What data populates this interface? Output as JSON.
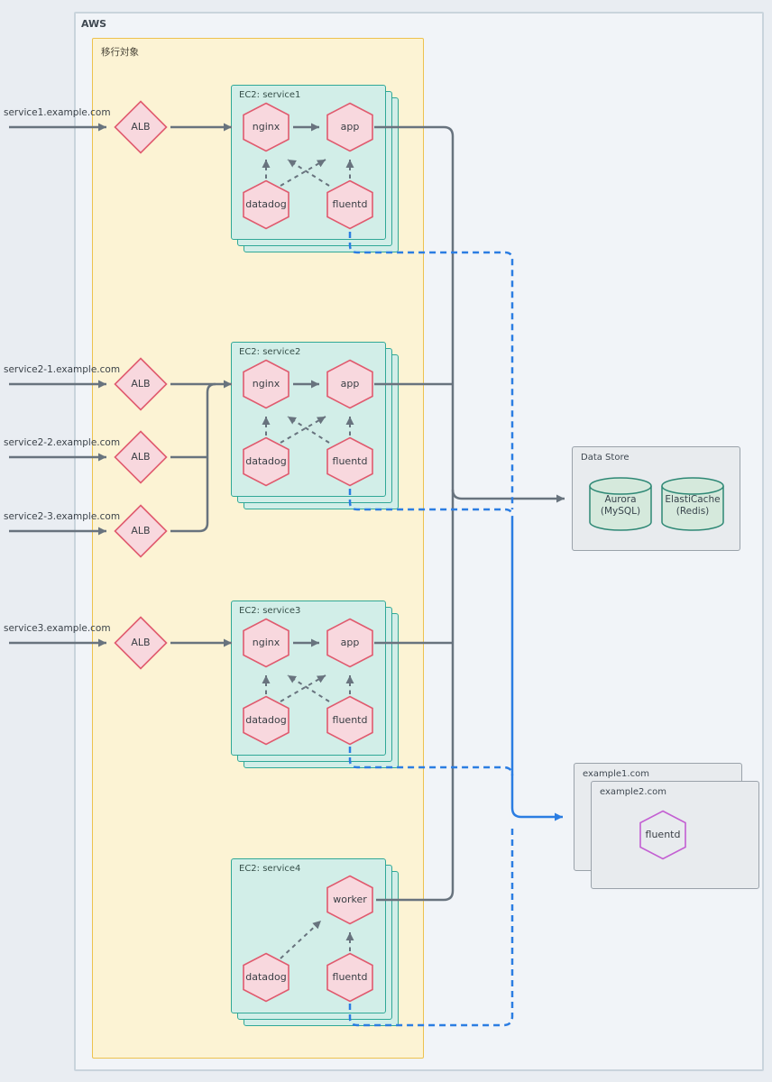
{
  "colors": {
    "page_bg": "#e9edf2",
    "aws_bg": "#f1f4f8",
    "aws_border": "#c9d4dc",
    "zone_fill": "#fcf3d4",
    "zone_border": "#edc24e",
    "ec2_fill": "#d2eee8",
    "ec2_border": "#30a897",
    "node_fill": "#f8d8de",
    "node_border": "#e05a6e",
    "gray_line": "#68737e",
    "blue_line": "#2b7de2",
    "store_fill": "#e8ebee",
    "store_border": "#9aa2aa",
    "db_fill": "#d5e9dc",
    "db_border": "#2e8875",
    "purple_border": "#c35fd2",
    "text": "#3b434b"
  },
  "aws": {
    "label": "AWS"
  },
  "zone": {
    "label": "移行対象"
  },
  "alb_label": "ALB",
  "inputs": [
    {
      "label": "service1.example.com"
    },
    {
      "label": "service2-1.example.com"
    },
    {
      "label": "service2-2.example.com"
    },
    {
      "label": "service2-3.example.com"
    },
    {
      "label": "service3.example.com"
    }
  ],
  "services": [
    {
      "title": "EC2: service1",
      "nodes": {
        "nginx": "nginx",
        "app": "app",
        "datadog": "datadog",
        "fluentd": "fluentd"
      }
    },
    {
      "title": "EC2: service2",
      "nodes": {
        "nginx": "nginx",
        "app": "app",
        "datadog": "datadog",
        "fluentd": "fluentd"
      }
    },
    {
      "title": "EC2: service3",
      "nodes": {
        "nginx": "nginx",
        "app": "app",
        "datadog": "datadog",
        "fluentd": "fluentd"
      }
    },
    {
      "title": "EC2: service4",
      "nodes": {
        "worker": "worker",
        "datadog": "datadog",
        "fluentd": "fluentd"
      }
    }
  ],
  "data_store": {
    "title": "Data Store",
    "databases": [
      {
        "name": "Aurora",
        "engine": "(MySQL)"
      },
      {
        "name": "ElastiCache",
        "engine": "(Redis)"
      }
    ]
  },
  "external_sites": [
    {
      "label": "example1.com"
    },
    {
      "label": "example2.com",
      "node": "fluentd"
    }
  ]
}
